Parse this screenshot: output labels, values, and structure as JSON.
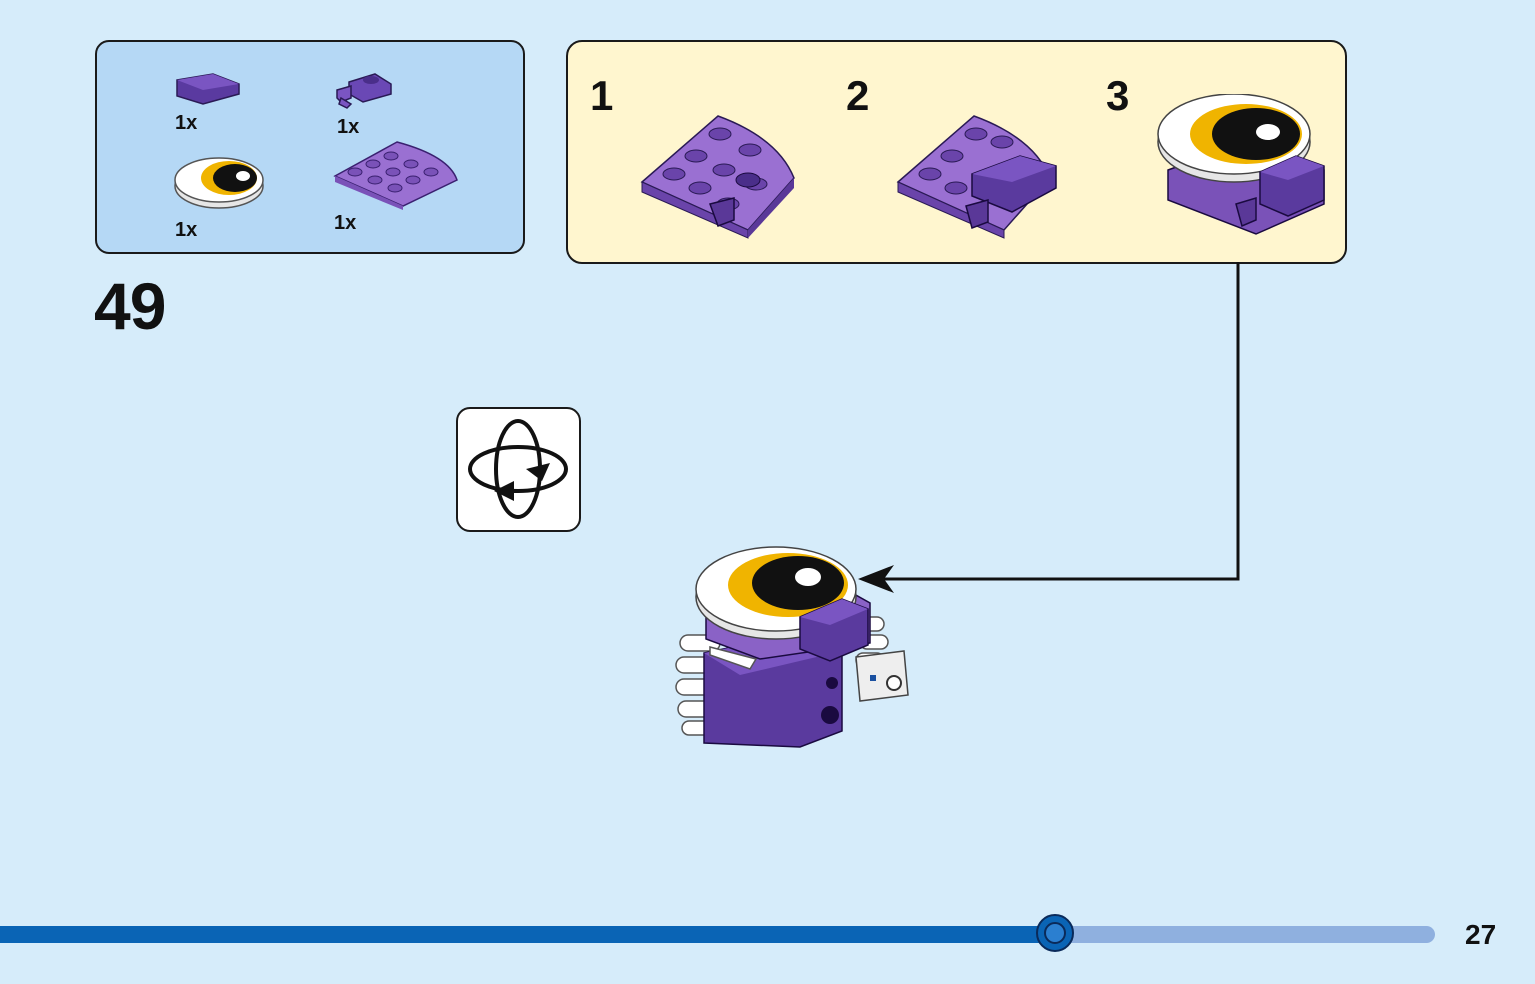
{
  "step": {
    "number": "49"
  },
  "parts": [
    {
      "name": "purple-curved-slope",
      "qty": "1x"
    },
    {
      "name": "purple-clip-plate",
      "qty": "1x"
    },
    {
      "name": "eye-round-tile",
      "qty": "1x"
    },
    {
      "name": "purple-round-corner-plate",
      "qty": "1x"
    }
  ],
  "substeps": [
    {
      "label": "1"
    },
    {
      "label": "2"
    },
    {
      "label": "3"
    }
  ],
  "rotate_icon": "rotate-model-icon",
  "progress": {
    "fraction": 0.735
  },
  "page": {
    "number": "27"
  },
  "colors": {
    "background": "#d6ecfa",
    "parts_box": "#b5d8f5",
    "substeps_box": "#fff6cf",
    "purple": "#8a5cc8",
    "progress_fill": "#0a64b5",
    "progress_track": "#8fb0df"
  }
}
